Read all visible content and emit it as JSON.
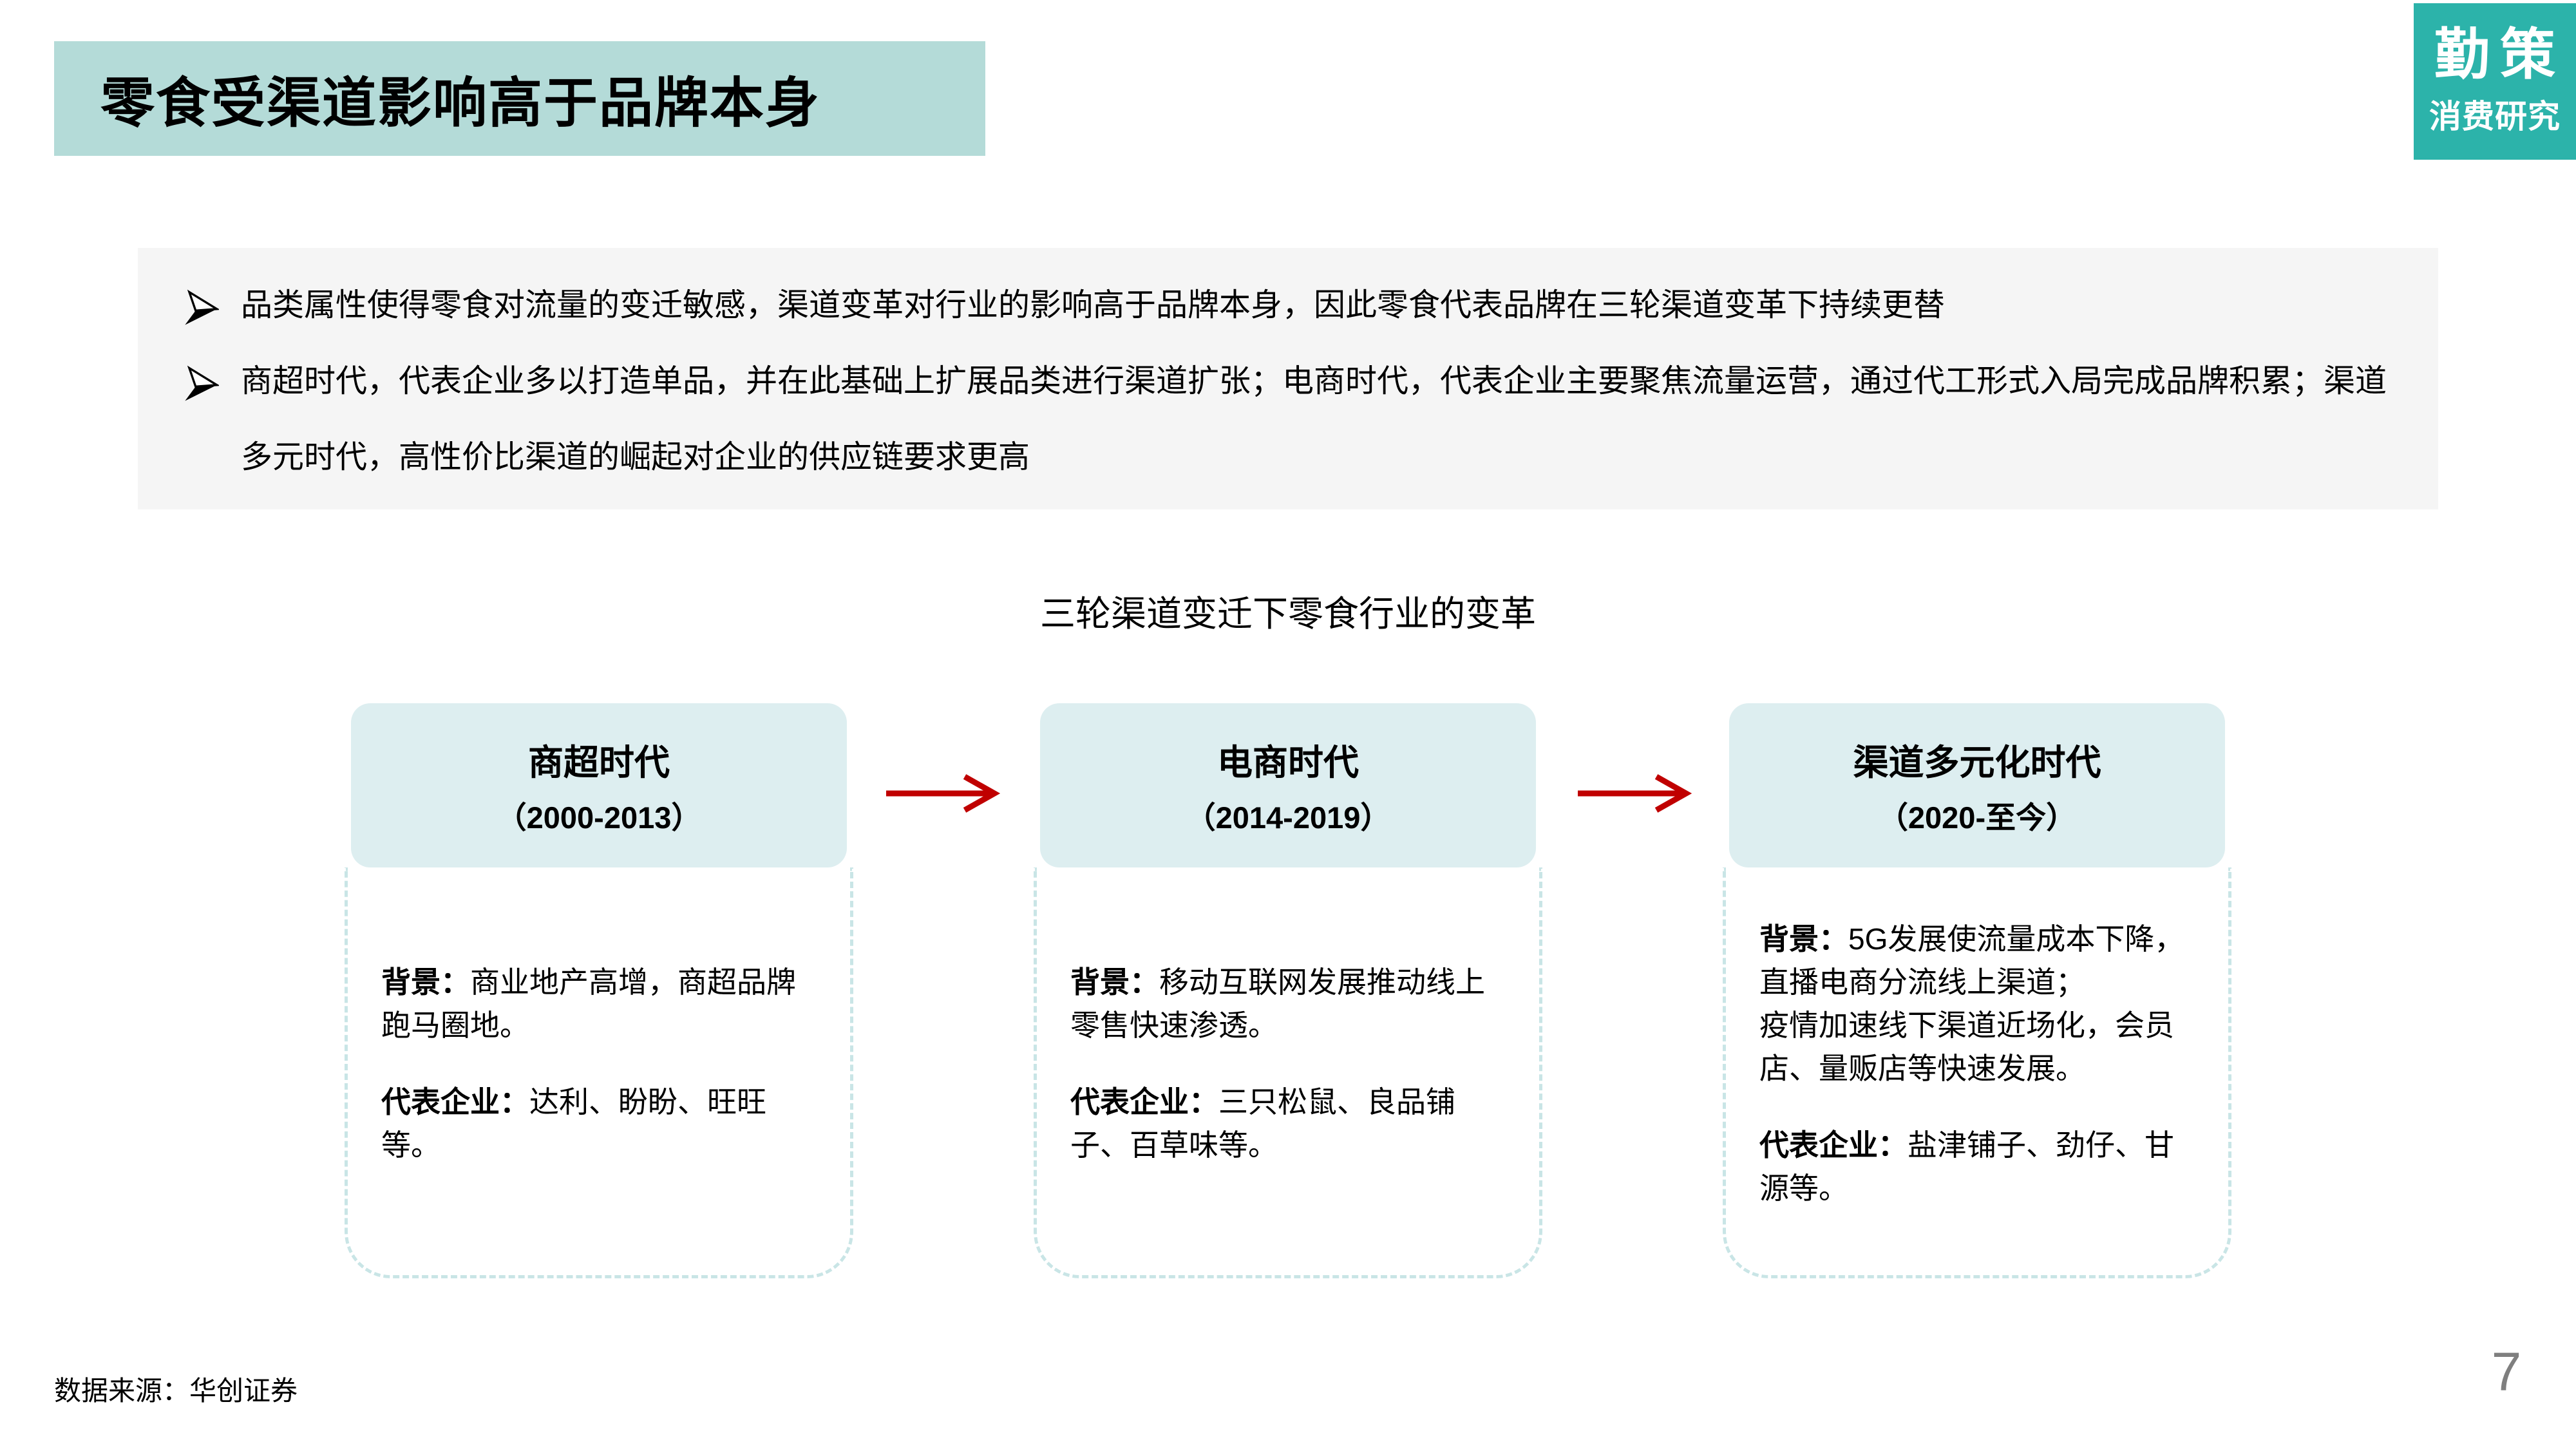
{
  "slide": {
    "title": "零食受渠道影响高于品牌本身",
    "source": "数据来源：华创证券",
    "page_number": "7"
  },
  "logo": {
    "name": "勤策",
    "subtitle": "消费研究"
  },
  "summary": {
    "bullets": [
      "品类属性使得零食对流量的变迁敏感，渠道变革对行业的影响高于品牌本身，因此零食代表品牌在三轮渠道变革下持续更替",
      "商超时代，代表企业多以打造单品，并在此基础上扩展品类进行渠道扩张；电商时代，代表企业主要聚焦流量运营，通过代工形式入局完成品牌积累；渠道多元时代，高性价比渠道的崛起对企业的供应链要求更高"
    ]
  },
  "diagram": {
    "title": "三轮渠道变迁下零食行业的变革",
    "stages": [
      {
        "name": "商超时代",
        "period": "（2000-2013）",
        "background_label": "背景：",
        "background": "商业地产高增，商超品牌跑马圈地。",
        "companies_label": "代表企业：",
        "companies": "达利、盼盼、旺旺等。"
      },
      {
        "name": "电商时代",
        "period": "（2014-2019）",
        "background_label": "背景：",
        "background": "移动互联网发展推动线上零售快速渗透。",
        "companies_label": "代表企业：",
        "companies": "三只松鼠、良品铺子、百草味等。"
      },
      {
        "name": "渠道多元化时代",
        "period": "（2020-至今）",
        "background_label": "背景：",
        "background": "5G发展使流量成本下降，直播电商分流线上渠道；\n疫情加速线下渠道近场化，会员店、量贩店等快速发展。",
        "companies_label": "代表企业：",
        "companies": "盐津铺子、劲仔、甘源等。"
      }
    ]
  },
  "icons": {
    "bullet": "three-d-rightwards-arrowhead",
    "flow_arrow": "red-right-arrow"
  },
  "colors": {
    "title_bg": "#b4dbd8",
    "logo_bg": "#2cb3aa",
    "panel_bg": "#f5f5f5",
    "stage_header_bg": "#ddeef0",
    "dashed_border": "#c9e5e6",
    "arrow": "#c00000",
    "page_number": "#7f7f7f",
    "text": "#000000"
  }
}
